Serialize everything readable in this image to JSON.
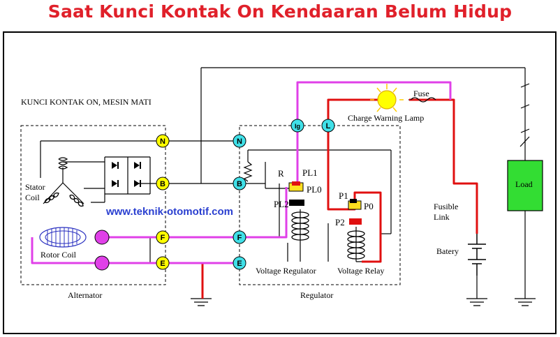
{
  "title": "Saat Kunci Kontak On Kendaaran Belum Hidup",
  "caption": "KUNCI KONTAK ON, MESIN MATI",
  "watermark": "www.teknik-otomotif.com",
  "labels": {
    "stator_coil_1": "Stator",
    "stator_coil_2": "Coil",
    "rotor_coil": "Rotor Coil",
    "alternator": "Alternator",
    "regulator": "Regulator",
    "resistor": "R",
    "pl1": "PL1",
    "pl0": "PL0",
    "pl2": "PL2",
    "p1": "P1",
    "p0": "P0",
    "p2": "P2",
    "voltage_regulator": "Voltage Regulator",
    "voltage_relay": "Voltage Relay",
    "charge_lamp": "Charge Warning Lamp",
    "fuse": "Fuse",
    "fusible_1": "Fusible",
    "fusible_2": "Link",
    "battery": "Batery",
    "load": "Load"
  },
  "terminals": {
    "n": "N",
    "b": "B",
    "f": "F",
    "e": "E",
    "ig": "Ig",
    "l": "L"
  },
  "colors": {
    "title": "#e0202a",
    "magenta": "#e040e8",
    "red": "#e01010",
    "terminal_yellow": "#ffff00",
    "terminal_cyan": "#40e0e8",
    "load_green": "#33dd33",
    "watermark": "#2a3fd0"
  }
}
